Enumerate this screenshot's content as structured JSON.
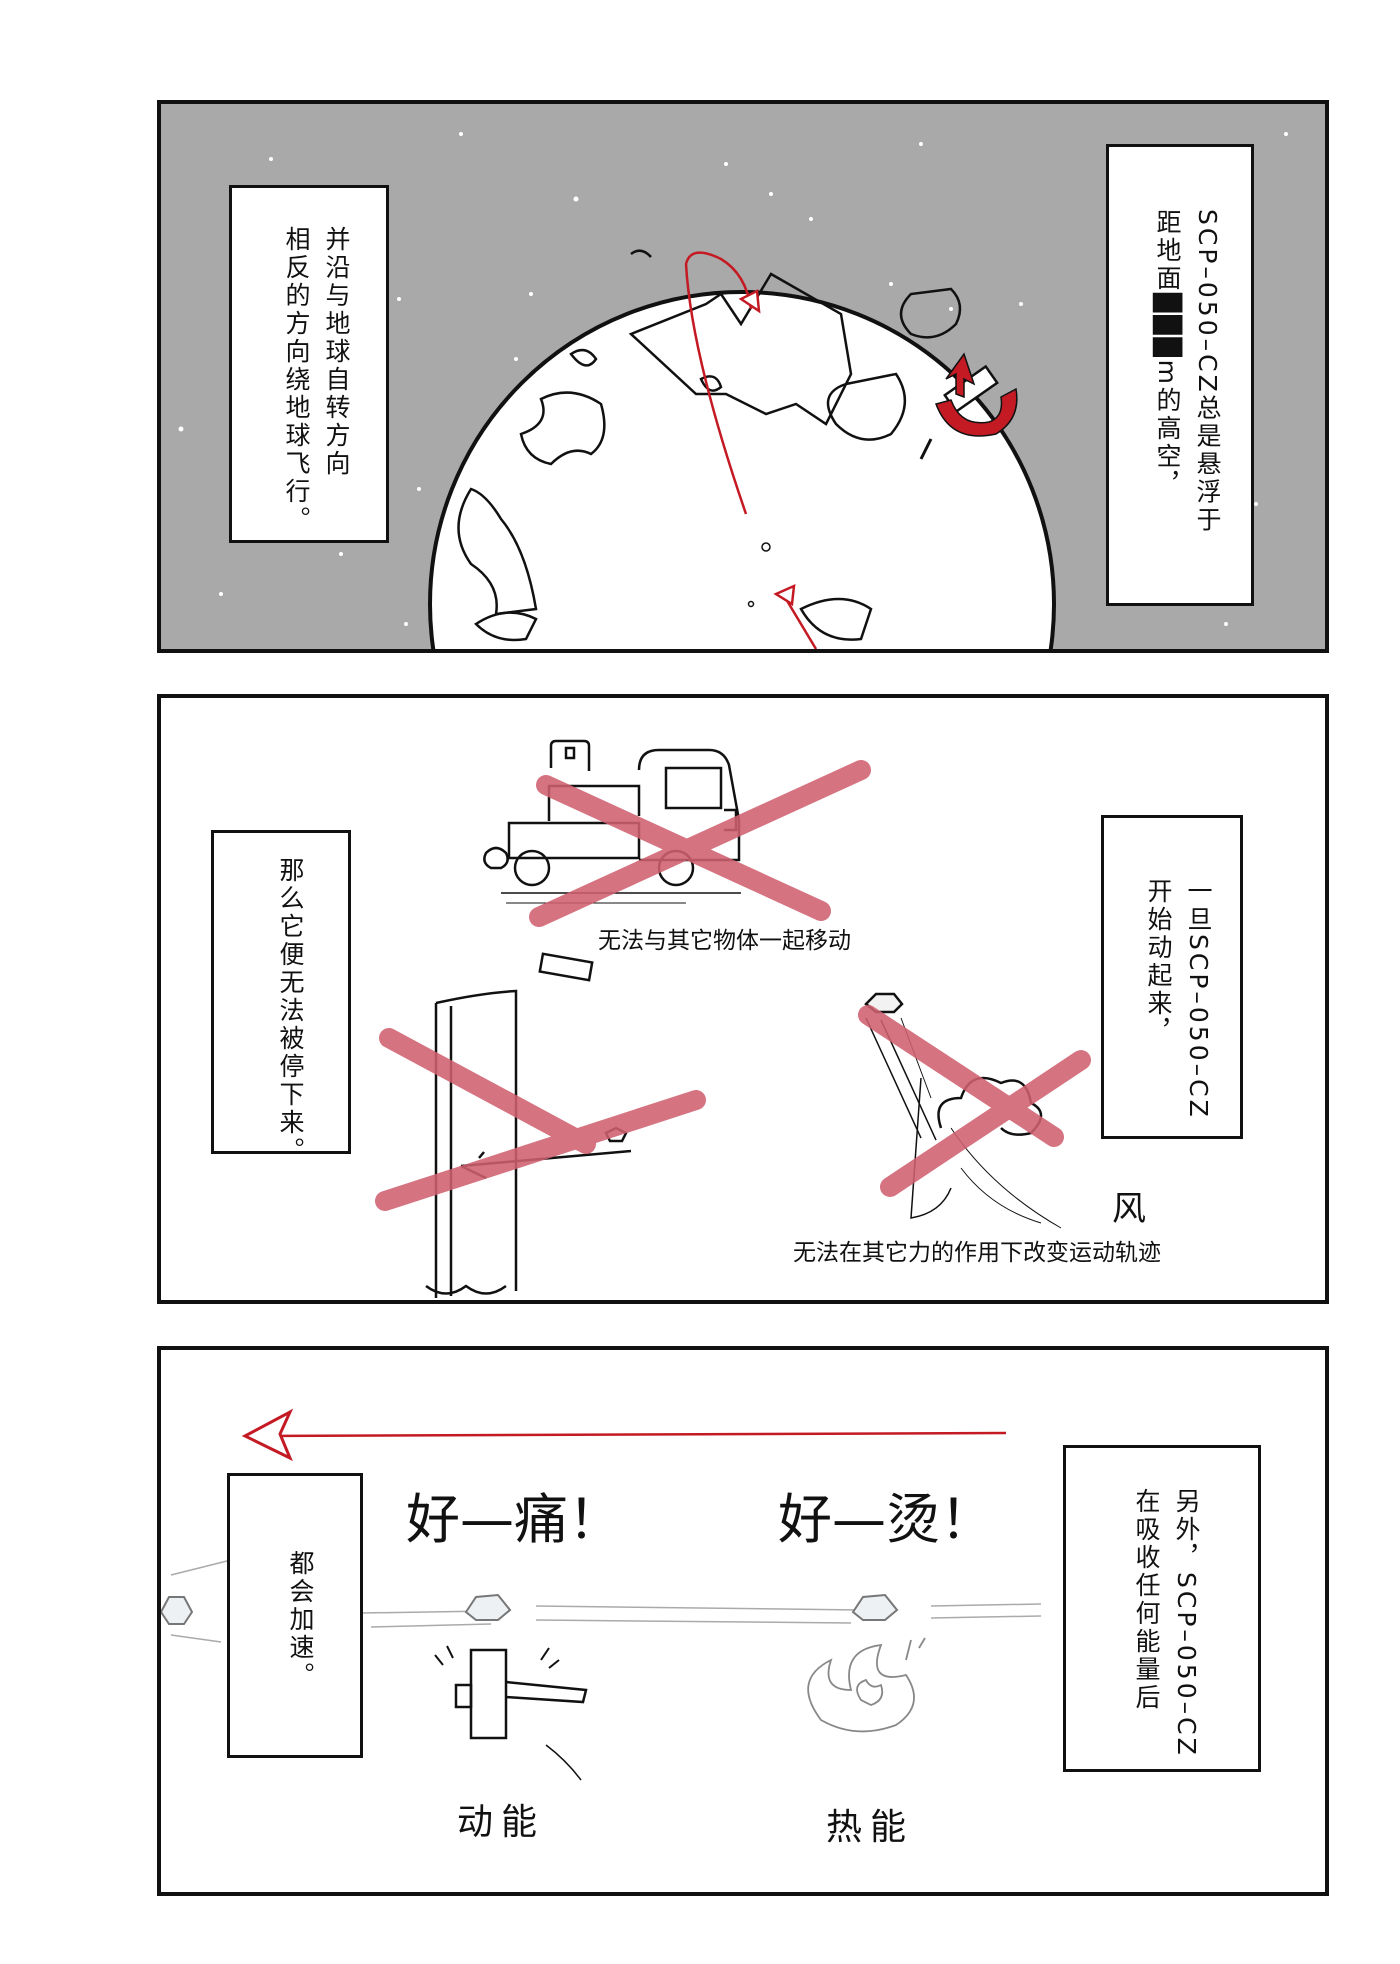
{
  "panel1": {
    "box_left": "并沿与地球自转方向\n相反的方向绕地球飞行。",
    "box_right": "SCP–050–CZ总是悬浮于\n距地面███m的高空，"
  },
  "panel2": {
    "box_left": "那么它便无法被停下来。",
    "box_right": "一旦SCP–050–CZ\n开始动起来，",
    "caption_top": "无法与其它物体一起移动",
    "caption_bottom": "无法在其它力的作用下改变运动轨迹",
    "wind_label": "风"
  },
  "panel3": {
    "box_left": "都会加速。",
    "box_right": "另外，SCP–050–CZ\n在吸收任何能量后",
    "exclaim_left": "好—痛！",
    "exclaim_right": "好—烫！",
    "label_kinetic": "动能",
    "label_thermal": "热能"
  },
  "colors": {
    "space_gray": "#a9a9a9",
    "cross_red": "#d06070",
    "arrow_red": "#c41a24"
  }
}
